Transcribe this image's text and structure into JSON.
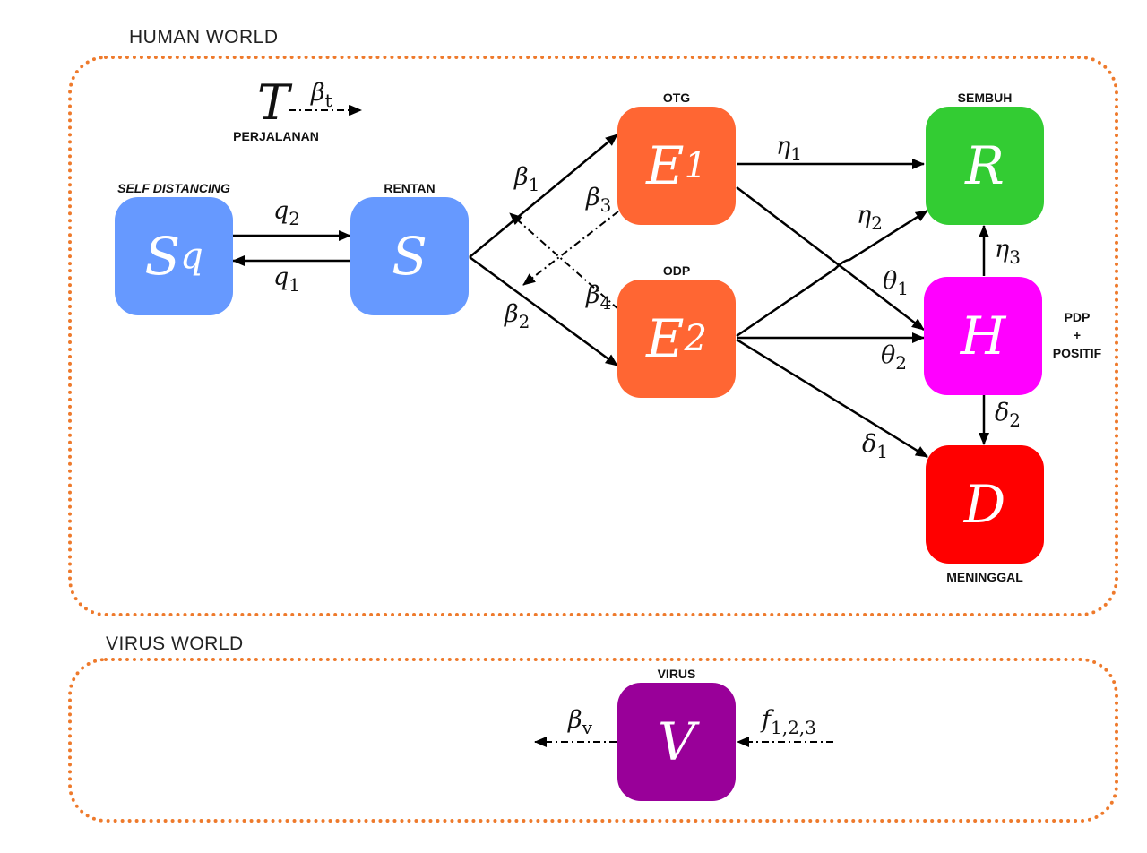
{
  "worlds": {
    "human_title": "HUMAN WORLD",
    "virus_title": "VIRUS WORLD"
  },
  "nodes": {
    "sq": {
      "symbol": "S",
      "sub": "q",
      "caption": "SELF DISTANCING",
      "color": "#6699ff"
    },
    "s": {
      "symbol": "S",
      "sub": "",
      "caption": "RENTAN",
      "color": "#6699ff"
    },
    "e1": {
      "symbol": "E",
      "sub": "1",
      "caption": "OTG",
      "color": "#ff6633"
    },
    "e2": {
      "symbol": "E",
      "sub": "2",
      "caption": "ODP",
      "color": "#ff6633"
    },
    "r": {
      "symbol": "R",
      "sub": "",
      "caption": "SEMBUH",
      "color": "#33cc33"
    },
    "h": {
      "symbol": "H",
      "sub": "",
      "caption_line1": "PDP",
      "caption_line2": "+",
      "caption_line3": "POSITIF",
      "color": "#ff00ff"
    },
    "d": {
      "symbol": "D",
      "sub": "",
      "caption": "MENINGGAL",
      "color": "#ff0000"
    },
    "v": {
      "symbol": "V",
      "sub": "",
      "caption": "VIRUS",
      "color": "#990099"
    }
  },
  "travel": {
    "symbol": "T",
    "rate": "β",
    "rate_sub": "t",
    "caption": "PERJALANAN"
  },
  "rates": {
    "q2": {
      "sym": "q",
      "sub": "2"
    },
    "q1": {
      "sym": "q",
      "sub": "1"
    },
    "beta1": {
      "sym": "β",
      "sub": "1"
    },
    "beta2": {
      "sym": "β",
      "sub": "2"
    },
    "beta3": {
      "sym": "β",
      "sub": "3"
    },
    "beta4": {
      "sym": "β",
      "sub": "4"
    },
    "eta1": {
      "sym": "η",
      "sub": "1"
    },
    "eta2": {
      "sym": "η",
      "sub": "2"
    },
    "eta3": {
      "sym": "η",
      "sub": "3"
    },
    "theta1": {
      "sym": "θ",
      "sub": "1"
    },
    "theta2": {
      "sym": "θ",
      "sub": "2"
    },
    "delta1": {
      "sym": "δ",
      "sub": "1"
    },
    "delta2": {
      "sym": "δ",
      "sub": "2"
    },
    "betav": {
      "sym": "β",
      "sub": "v"
    },
    "f": {
      "sym": "f",
      "sub": "1,2,3"
    }
  },
  "colors": {
    "world_border": "#ee7a2c",
    "line": "#000000"
  }
}
